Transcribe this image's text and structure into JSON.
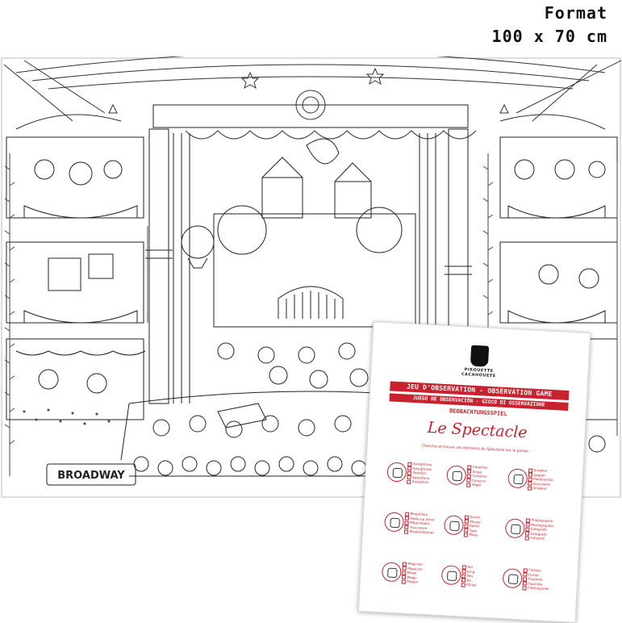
{
  "format": {
    "line1": "Format",
    "line2": "100 x 70 cm"
  },
  "poster": {
    "banner_text": "BROADWAY"
  },
  "leaflet": {
    "brand_line1": "PIROUETTE",
    "brand_line2": "CACAHOUETE",
    "bar1": "JEU D'OBSERVATION - OBSERVATION GAME",
    "bar2": "JUEGO DE OBSERVACIÓN - GIOCO DI OSSERVAZIONE",
    "bar3": "BEOBACHTUNGSSPIEL",
    "title": "Le Spectacle",
    "intro": "Cherche et trouve ces éléments du Spectacle sur le poster :",
    "accent_color": "#c8222e",
    "items": [
      {
        "icon": "saxophone-icon",
        "lines": [
          "Saxophone",
          "Saxophone",
          "Saxofón",
          "Sassofono",
          "Saxophon"
        ]
      },
      {
        "icon": "canary-icon",
        "lines": [
          "Canaries",
          "Singe",
          "Canarios",
          "Canarini",
          "Vögel"
        ]
      },
      {
        "icon": "juggler-icon",
        "lines": [
          "Jongleur",
          "Juggler",
          "Malabarista",
          "Giocoliere",
          "Jongleur"
        ]
      },
      {
        "icon": "makeup-icon",
        "lines": [
          "Maquilleur",
          "Make-up artist",
          "Maquillador",
          "Truccatore",
          "Maskenbildner"
        ]
      },
      {
        "icon": "mouse-icon",
        "lines": [
          "Souris",
          "Mouse",
          "Ratón",
          "Topo",
          "Maus"
        ]
      },
      {
        "icon": "camera-icon",
        "lines": [
          "Photographe",
          "Photographer",
          "Fotógrafo",
          "Fotografo",
          "Fotograf"
        ]
      },
      {
        "icon": "magician-icon",
        "lines": [
          "Magicien",
          "Magician",
          "Mago",
          "Mago",
          "Magier"
        ]
      },
      {
        "icon": "king-icon",
        "lines": [
          "Roi",
          "King",
          "Rey",
          "Re",
          "König"
        ]
      },
      {
        "icon": "flute-icon",
        "lines": [
          "Flûtiste",
          "Flutist",
          "Flautista",
          "Flautista",
          "Flötenspieler"
        ]
      }
    ]
  }
}
